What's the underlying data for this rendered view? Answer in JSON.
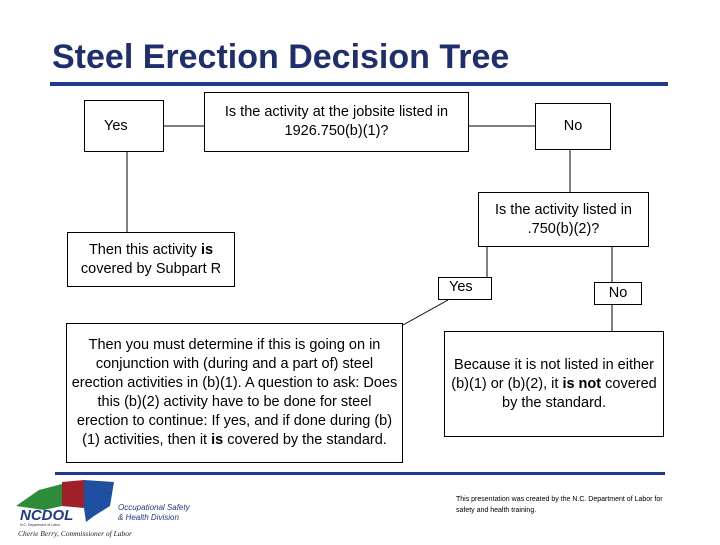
{
  "title": "Steel Erection Decision Tree",
  "nodes": {
    "q1": "Is the activity at the jobsite listed in 1926.750(b)(1)?",
    "yes1": "Yes",
    "no1": "No",
    "covered_pre": "Then this activity ",
    "covered_bold": "is",
    "covered_post": " covered by Subpart R",
    "q2": "Is the activity listed in .750(b)(2)?",
    "yes2": "Yes",
    "no2": "No",
    "determine_pre": "Then you must determine if this is going on in conjunction with (during and a part of) steel erection activities in (b)(1).  A question to ask: Does this (b)(2) activity have to be done for steel erection to continue:  If yes, and if done during (b)(1) activities, then it ",
    "determine_bold": "is",
    "determine_post": " covered by the standard.",
    "not_pre": "Because it is not listed in either (b)(1) or (b)(2), it ",
    "not_bold": "is not",
    "not_post": " covered by the standard."
  },
  "footer": {
    "note": "This presentation was created by the N.C. Department of Labor for safety and health training.",
    "logo_text": "NCDOL",
    "logo_sub": "N.C. Department of Labor",
    "division": "Occupational Safety & Health Division",
    "commissioner": "Cherie Berry, Commissioner of Labor"
  },
  "colors": {
    "title": "#1f2f6e",
    "bar": "#1f3a8a",
    "logo_green": "#2e8b3a",
    "logo_red": "#a0202a",
    "logo_blue": "#1f4fa0"
  }
}
